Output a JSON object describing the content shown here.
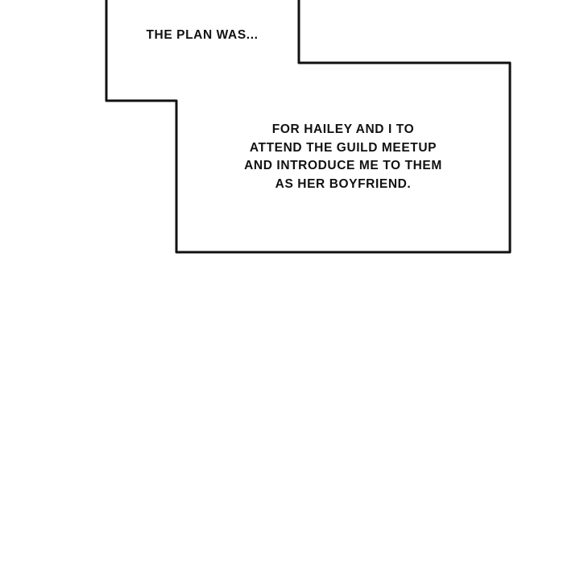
{
  "caption_1": "THE PLAN WAS...",
  "caption_2": {
    "lines": [
      "FOR HAILEY AND I TO",
      "ATTEND THE GUILD MEETUP",
      "AND INTRODUCE ME TO THEM",
      "AS HER BOYFRIEND."
    ]
  },
  "colors": {
    "border": "#111111",
    "background": "#ffffff"
  }
}
